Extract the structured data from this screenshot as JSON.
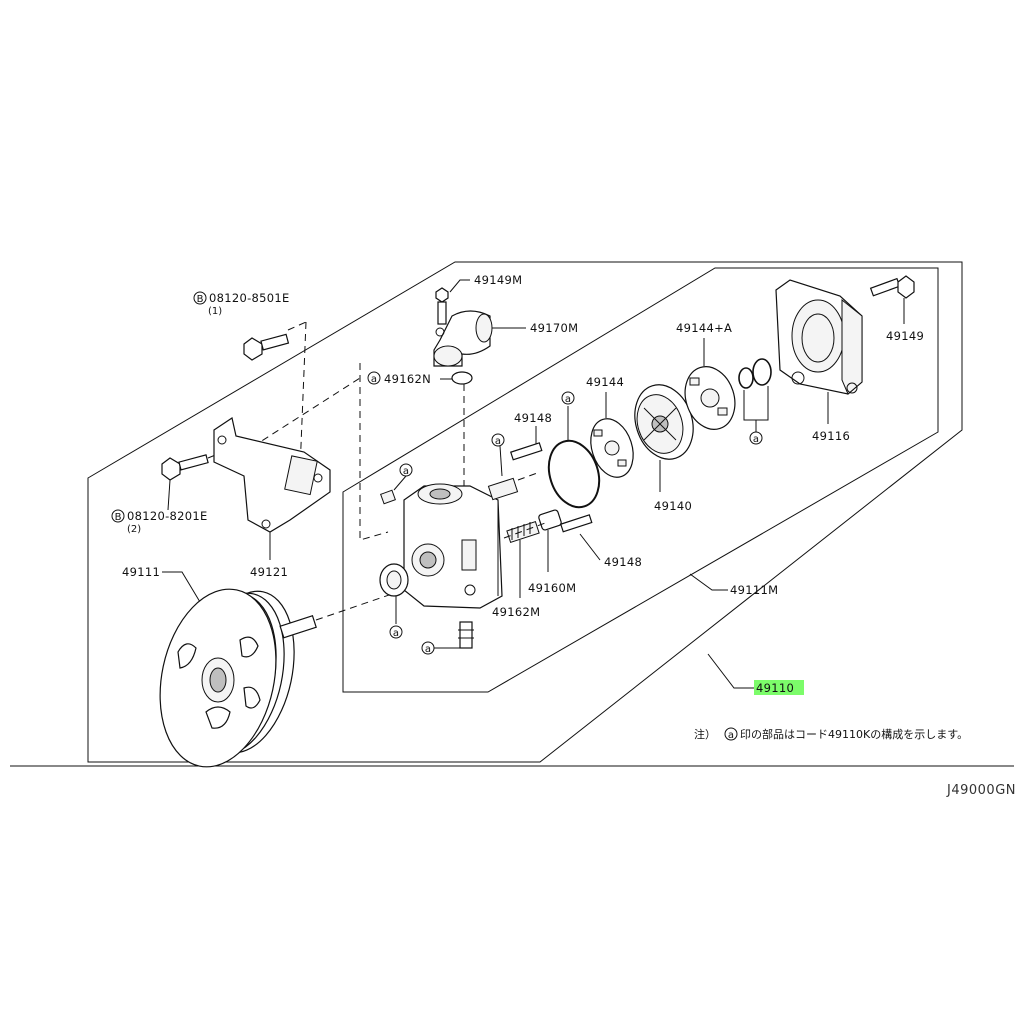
{
  "parts": {
    "p49149M": "49149M",
    "p49170M": "49170M",
    "p49162N": "49162N",
    "p49148a": "49148",
    "p49144": "49144",
    "p49144A": "49144+A",
    "p49149": "49149",
    "p49116": "49116",
    "p49140": "49140",
    "p49148b": "49148",
    "p49160M": "49160M",
    "p49162M": "49162M",
    "p49111M": "49111M",
    "p49110": "49110",
    "p49111": "49111",
    "p49121": "49121",
    "bolt1_code": "08120-8501E",
    "bolt1_qty": "(1)",
    "bolt2_code": "08120-8201E",
    "bolt2_qty": "(2)"
  },
  "marks": {
    "circle_a": "a",
    "circle_b": "B"
  },
  "note": {
    "prefix": "注）",
    "text": "印の部品はコード49110Kの構成を示します。"
  },
  "diagram_code": "J49000GN",
  "highlight_color": "#7CFC6A"
}
